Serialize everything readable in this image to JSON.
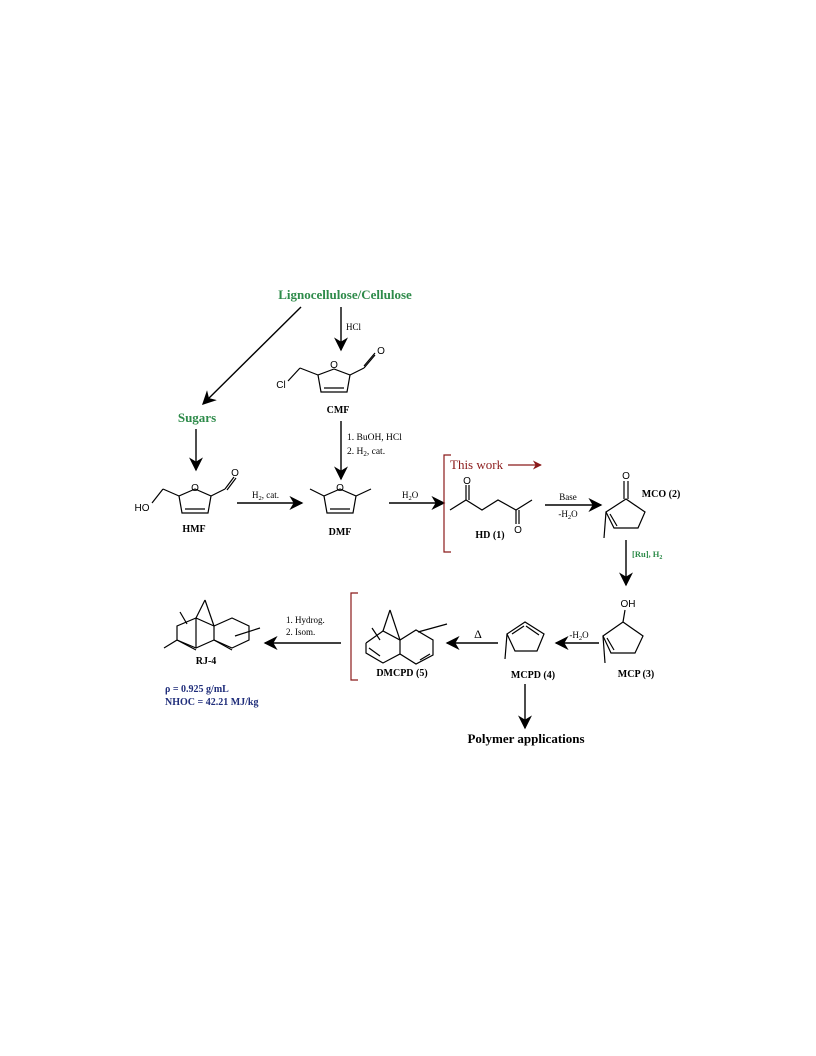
{
  "colors": {
    "green": "#2e8b4a",
    "red": "#8b1a1a",
    "blue": "#1f2d7a",
    "black": "#000000"
  },
  "sources": {
    "lignocellulose": "Lignocellulose/Cellulose",
    "sugars": "Sugars"
  },
  "compounds": {
    "cmf": "CMF",
    "hmf": "HMF",
    "dmf": "DMF",
    "hd": "HD (1)",
    "mco": "MCO (2)",
    "mcp": "MCP (3)",
    "mcpd": "MCPD (4)",
    "dmcpd": "DMCPD (5)",
    "rj4": "RJ-4"
  },
  "atoms": {
    "o": "O",
    "oh": "OH",
    "ho": "HO",
    "cl": "Cl"
  },
  "reagents": {
    "hcl": "HCl",
    "cmf_to_dmf_1": "1. BuOH, HCl",
    "cmf_to_dmf_2_prefix": "2. H",
    "cmf_to_dmf_2_sub": "2",
    "cmf_to_dmf_2_suffix": ", cat.",
    "hmf_to_dmf_prefix": "H",
    "hmf_to_dmf_sub": "2",
    "hmf_to_dmf_suffix": ", cat.",
    "water_prefix": "H",
    "water_sub": "2",
    "water_suffix": "O",
    "base": "Base",
    "dehydration_prefix": "-H",
    "dehydration_sub": "2",
    "dehydration_suffix": "O",
    "ru_prefix": "[Ru], H",
    "ru_sub": "2",
    "delta": "Δ",
    "hydrog": "1. Hydrog.",
    "isom": "2. Isom."
  },
  "highlight": {
    "this_work": "This work"
  },
  "properties": {
    "density": "ρ = 0.925 g/mL",
    "nhoc": "NHOC = 42.21 MJ/kg"
  },
  "application": "Polymer applications"
}
